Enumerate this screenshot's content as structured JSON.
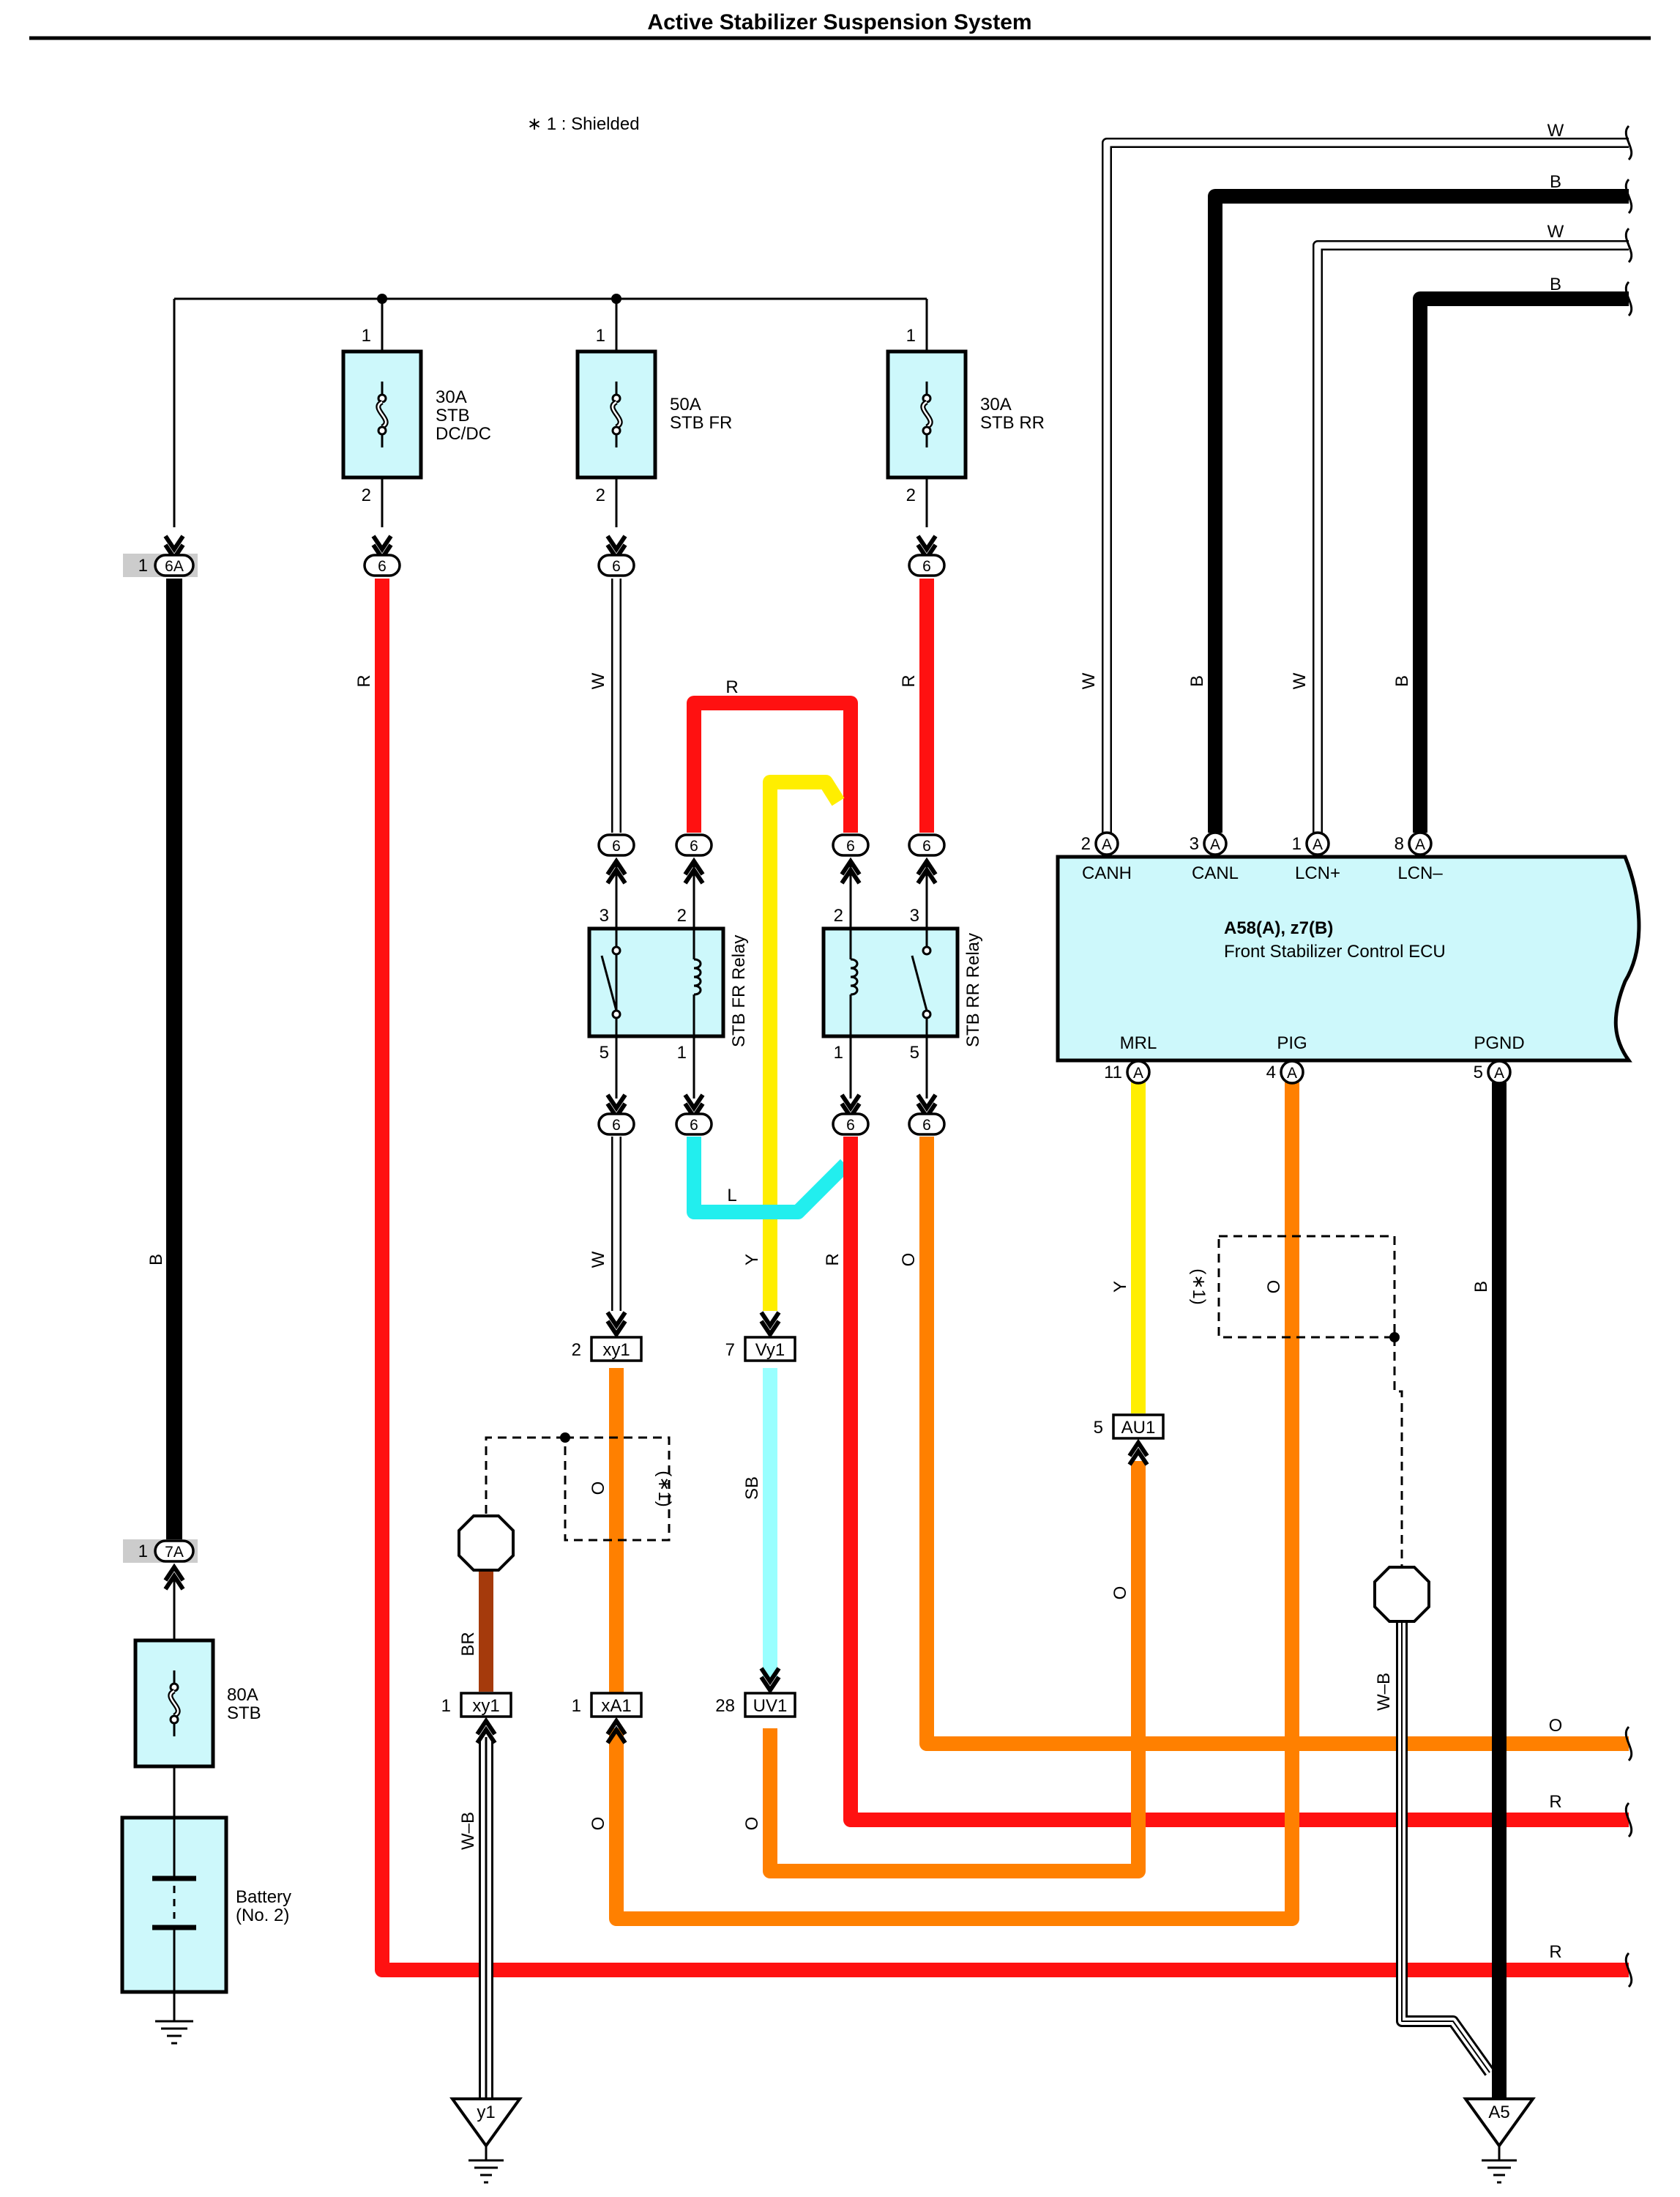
{
  "title": "Active Stabilizer Suspension System",
  "note": "∗ 1 : Shielded",
  "colors": {
    "R": "#ff1111",
    "O": "#ff8000",
    "Y": "#ffee00",
    "L": "#22eeee",
    "SB": "#99ffff",
    "BR": "#a53a0c",
    "B": "#000000",
    "W": "#ffffff",
    "component_fill": "#cdf8fb"
  },
  "fuses": {
    "dcdc": {
      "amp": "30A",
      "line1": "STB",
      "line2": "DC/DC",
      "pin_top": "1",
      "pin_bottom": "2"
    },
    "fr": {
      "amp": "50A",
      "line1": "STB FR",
      "pin_top": "1",
      "pin_bottom": "2"
    },
    "rr": {
      "amp": "30A",
      "line1": "STB RR",
      "pin_top": "1",
      "pin_bottom": "2"
    },
    "main": {
      "amp": "80A",
      "line1": "STB"
    }
  },
  "battery": {
    "line1": "Battery",
    "line2": "(No. 2)"
  },
  "relays": {
    "fr": {
      "name": "STB FR Relay",
      "pins": {
        "tl": "3",
        "tr": "2",
        "bl": "5",
        "br": "1"
      }
    },
    "rr": {
      "name": "STB RR Relay",
      "pins": {
        "tl": "2",
        "tr": "3",
        "bl": "1",
        "br": "5"
      }
    }
  },
  "connectors": {
    "6": "6",
    "6A": "6A",
    "6A_pin": "1",
    "7A": "7A",
    "7A_pin": "1",
    "A": "A",
    "xy1_top": {
      "name": "xy1",
      "pin": "2"
    },
    "Vy1": {
      "name": "Vy1",
      "pin": "7"
    },
    "AU1": {
      "name": "AU1",
      "pin": "5"
    },
    "xy1_bottom": {
      "name": "xy1",
      "pin": "1"
    },
    "xA1": {
      "name": "xA1",
      "pin": "1"
    },
    "UV1": {
      "name": "UV1",
      "pin": "28"
    }
  },
  "ecu": {
    "name1": "A58(A), z7(B)",
    "name2": "Front Stabilizer Control ECU",
    "top_pins": [
      {
        "num": "2",
        "name": "CANH"
      },
      {
        "num": "3",
        "name": "CANL"
      },
      {
        "num": "1",
        "name": "LCN+"
      },
      {
        "num": "8",
        "name": "LCN–"
      }
    ],
    "bottom_pins": [
      {
        "num": "11",
        "name": "MRL"
      },
      {
        "num": "4",
        "name": "PIG"
      },
      {
        "num": "5",
        "name": "PGND"
      }
    ]
  },
  "grounds": {
    "y1": "y1",
    "A5": "A5"
  },
  "shield_marks": {
    "s1": "(∗1)",
    "s2": "(∗1)"
  },
  "wire_labels": {
    "W": "W",
    "B": "B",
    "R": "R",
    "O": "O",
    "Y": "Y",
    "L": "L",
    "SB": "SB",
    "BR": "BR",
    "WB": "W–B"
  }
}
